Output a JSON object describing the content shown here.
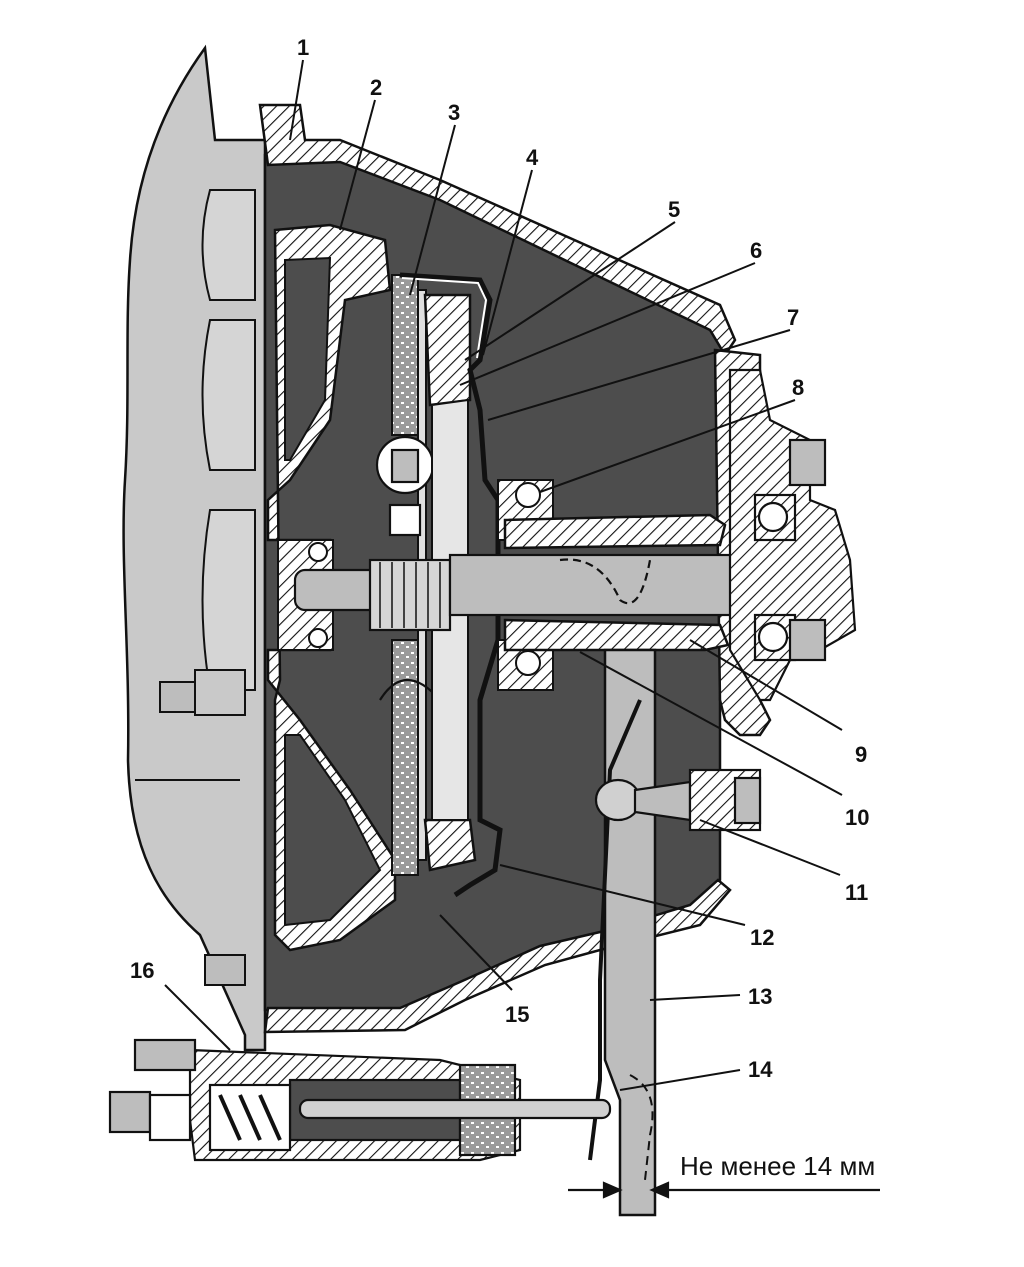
{
  "callouts": [
    {
      "id": "1",
      "text": "1"
    },
    {
      "id": "2",
      "text": "2"
    },
    {
      "id": "3",
      "text": "3"
    },
    {
      "id": "4",
      "text": "4"
    },
    {
      "id": "5",
      "text": "5"
    },
    {
      "id": "6",
      "text": "6"
    },
    {
      "id": "7",
      "text": "7"
    },
    {
      "id": "8",
      "text": "8"
    },
    {
      "id": "9",
      "text": "9"
    },
    {
      "id": "10",
      "text": "10"
    },
    {
      "id": "11",
      "text": "11"
    },
    {
      "id": "12",
      "text": "12"
    },
    {
      "id": "13",
      "text": "13"
    },
    {
      "id": "14",
      "text": "14"
    },
    {
      "id": "15",
      "text": "15"
    },
    {
      "id": "16",
      "text": "16"
    }
  ],
  "dimension": {
    "text": "Не менее 14 мм"
  },
  "colors": {
    "housing": "#c9c9c9",
    "cavity": "#4d4d4d",
    "metal": "#ffffff",
    "outline": "#111111",
    "shaft": "#bdbdbd"
  }
}
